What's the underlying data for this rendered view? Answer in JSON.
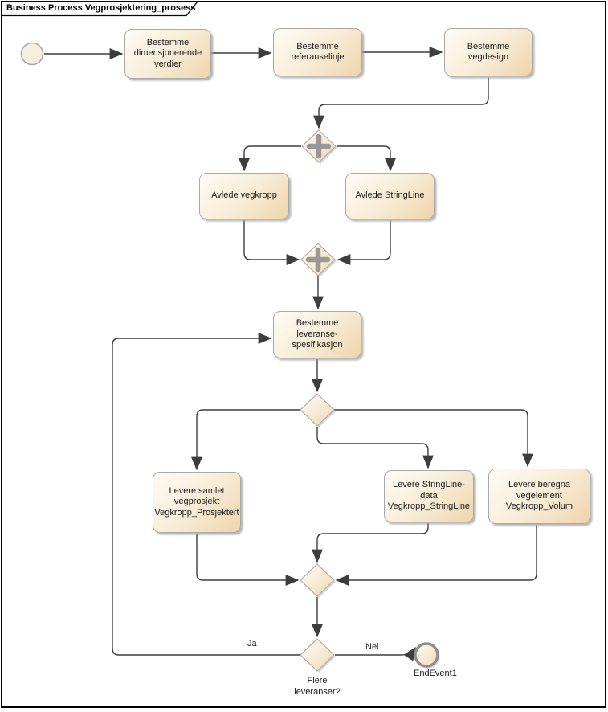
{
  "frame": {
    "title": "Business Process Vegprosjektering_prosess"
  },
  "colors": {
    "shape_fill_light": "#FEFBF4",
    "shape_fill_dark": "#EED4AC",
    "shape_border": "#A9A9A9",
    "connector": "#3D3D3D",
    "gateway_plus_icon": "#989898",
    "end_event_ring": "#8E8E8E",
    "frame_border": "#000000"
  },
  "tasks": [
    {
      "id": "bestemme-dimensjonerende-verdier",
      "label": "Bestemme\ndimensjonerende\nverdier"
    },
    {
      "id": "bestemme-referanselinje",
      "label": "Bestemme\nreferanselinje"
    },
    {
      "id": "bestemme-vegdesign",
      "label": "Bestemme vegdesign"
    },
    {
      "id": "avlede-vegkropp",
      "label": "Avlede vegkropp"
    },
    {
      "id": "avlede-stringline",
      "label": "Avlede StringLine"
    },
    {
      "id": "bestemme-leveransespesifikasjon",
      "label": "Bestemme leveranse-\nspesifikasjon"
    },
    {
      "id": "levere-samlet-vegprosjekt",
      "label": "Levere samlet\nvegprosjekt\nVegkropp_Prosjektert"
    },
    {
      "id": "levere-stringline-data",
      "label": "Levere StringLine-\ndata\nVegkropp_StringLine"
    },
    {
      "id": "levere-beregna-vegelement",
      "label": "Levere beregna\nvegelement\nVegkropp_Volum"
    }
  ],
  "gateways": [
    {
      "id": "parallel-split",
      "type": "parallel"
    },
    {
      "id": "parallel-join",
      "type": "parallel"
    },
    {
      "id": "delivery-split",
      "type": "exclusive"
    },
    {
      "id": "delivery-merge",
      "type": "exclusive"
    },
    {
      "id": "loop-decision",
      "type": "exclusive",
      "question": "Flere\nleveranser?"
    }
  ],
  "events": {
    "start": {
      "id": "start-event"
    },
    "end": {
      "id": "end-event",
      "label": "EndEvent1"
    }
  },
  "edge_labels": {
    "yes": "Ja",
    "no": "Nei"
  }
}
